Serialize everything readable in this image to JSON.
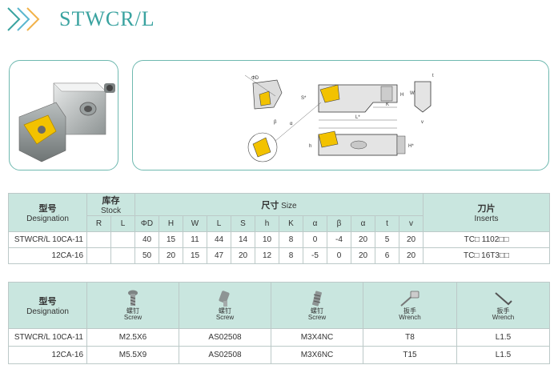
{
  "header": {
    "title": "STWCR/L"
  },
  "spec_table": {
    "col_model_cn": "型号",
    "col_model_en": "Designation",
    "col_stock_cn": "库存",
    "col_stock_en": "Stock",
    "col_size_cn": "尺寸",
    "col_size_en": "Size",
    "col_insert_cn": "刀片",
    "col_insert_en": "Inserts",
    "stock_cols": [
      "R",
      "L"
    ],
    "size_cols": [
      "ΦD",
      "H",
      "W",
      "L",
      "S",
      "h",
      "K",
      "α",
      "β",
      "α",
      "t",
      "v"
    ],
    "rows": [
      {
        "model": "STWCR/L 10CA-11",
        "r": "",
        "l": "",
        "vals": [
          "40",
          "15",
          "11",
          "44",
          "14",
          "10",
          "8",
          "0",
          "-4",
          "20",
          "5",
          "20"
        ],
        "insert": "TC□ 1102□□"
      },
      {
        "model": "12CA-16",
        "r": "",
        "l": "",
        "vals": [
          "50",
          "20",
          "15",
          "47",
          "20",
          "12",
          "8",
          "-5",
          "0",
          "20",
          "6",
          "20"
        ],
        "insert": "TC□ 16T3□□"
      }
    ]
  },
  "acc_table": {
    "col_model_cn": "型号",
    "col_model_en": "Designation",
    "cols": [
      {
        "cn": "螺钉",
        "en": "Screw",
        "icon": "screw-icon"
      },
      {
        "cn": "螺钉",
        "en": "Screw",
        "icon": "clamp-screw-icon"
      },
      {
        "cn": "螺钉",
        "en": "Screw",
        "icon": "threaded-screw-icon"
      },
      {
        "cn": "扳手",
        "en": "Wrench",
        "icon": "torx-wrench-icon"
      },
      {
        "cn": "扳手",
        "en": "Wrench",
        "icon": "hex-wrench-icon"
      }
    ],
    "rows": [
      {
        "model": "STWCR/L 10CA-11",
        "vals": [
          "M2.5X6",
          "AS02508",
          "M3X4NC",
          "T8",
          "L1.5"
        ]
      },
      {
        "model": "12CA-16",
        "vals": [
          "M5.5X9",
          "AS02508",
          "M3X6NC",
          "T15",
          "L1.5"
        ]
      }
    ]
  },
  "diagram": {
    "labels": {
      "phiD": "ΦD",
      "S": "S",
      "h": "h",
      "H": "H",
      "W": "W",
      "K": "K",
      "L": "L",
      "t": "t",
      "v": "v",
      "alpha": "α",
      "beta": "β",
      "S_star": "S*",
      "L_star": "L*",
      "K_star": "K*",
      "H_star": "H*"
    }
  },
  "colors": {
    "accent": "#3aa3a0",
    "header_bg": "#c9e6df",
    "border": "#bcc9c8",
    "insert": "#f2c200"
  }
}
